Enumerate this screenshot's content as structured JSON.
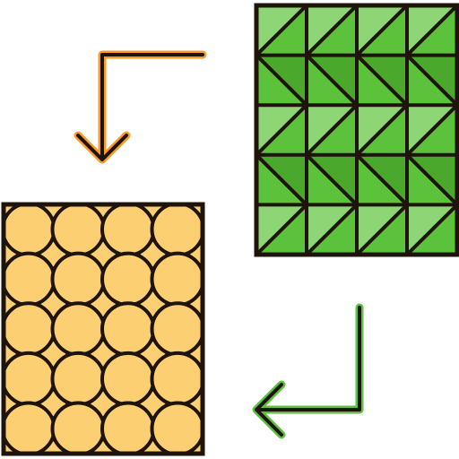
{
  "icon": {
    "name": "pattern-swap-icon",
    "tile_a": {
      "pattern": "triangles",
      "columns": 4,
      "rows": 5,
      "colors": {
        "light": "#8ed675",
        "mid": "#5cc13b",
        "dark": "#4aa92c"
      }
    },
    "tile_b": {
      "pattern": "circles",
      "columns": 4,
      "rows": 5,
      "colors": {
        "fill": "#fccf72",
        "background": "#ff9a24"
      }
    },
    "arrow_top": {
      "direction": "down",
      "color": "#ff9a24"
    },
    "arrow_bottom": {
      "direction": "left",
      "color": "#5cc13b"
    },
    "outline_color": "#1f140c"
  }
}
